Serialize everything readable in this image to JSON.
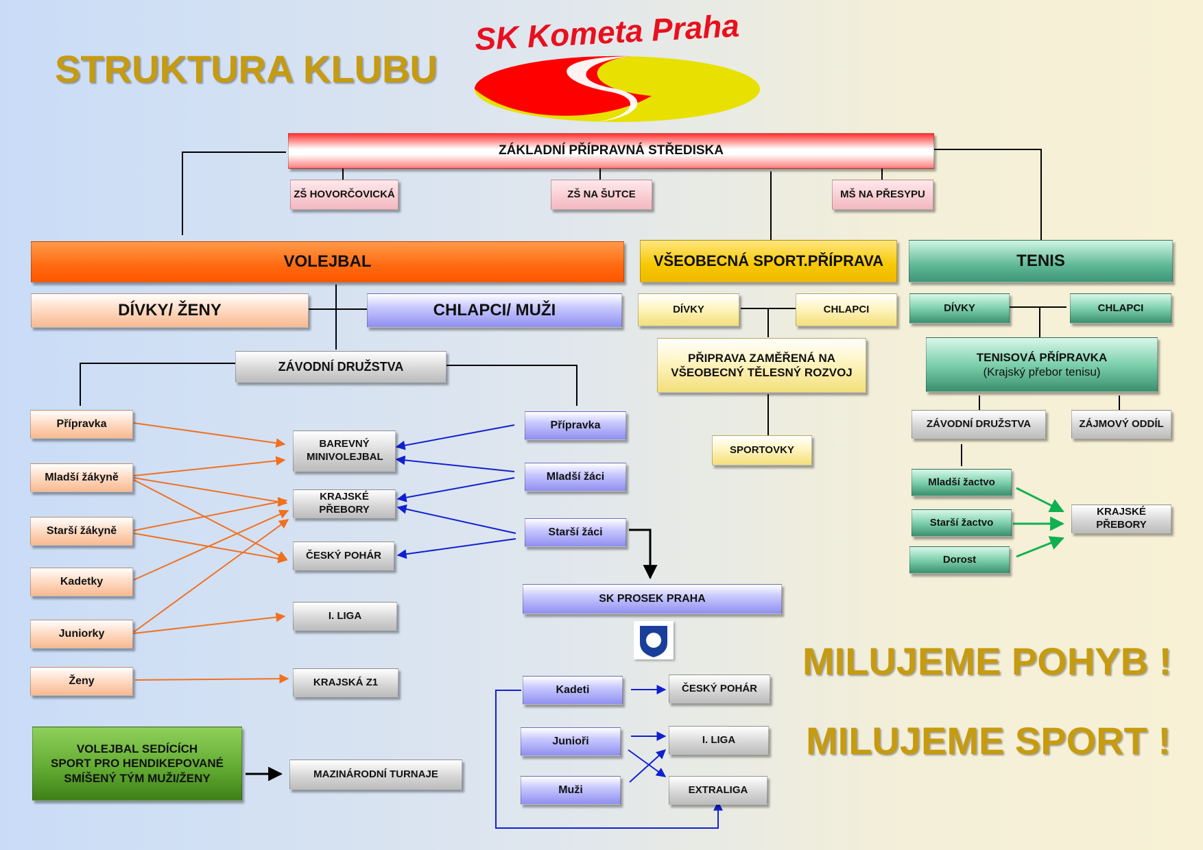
{
  "title": "STRUKTURA KLUBU",
  "logo": {
    "text": "SK Kometa Praha",
    "colors": {
      "red": "#ff0000",
      "yellow": "#e8e000"
    }
  },
  "top": {
    "main": "ZÁKLADNÍ PŘÍPRAVNÁ STŘEDISKA",
    "schools": [
      "ZŠ HOVORČOVICKÁ",
      "ZŠ NA ŠUTCE",
      "MŠ NA PŘESYPU"
    ]
  },
  "volejbal": {
    "title": "VOLEJBAL",
    "girls": "DÍVKY/ ŽENY",
    "boys": "CHLAPCI/ MUŽI",
    "teams": "ZÁVODNÍ DRUŽSTVA",
    "girls_cats": [
      "Přípravka",
      "Mladší žákyně",
      "Starší žákyně",
      "Kadetky",
      "Juniorky",
      "Ženy"
    ],
    "competitions": [
      "BAREVNÝ MINIVOLEJBAL",
      "KRAJSKÉ PŘEBORY",
      "ČESKÝ POHÁR",
      "I. LIGA",
      "KRAJSKÁ Z1"
    ],
    "boys_cats": [
      "Přípravka",
      "Mladší žáci",
      "Starší žáci"
    ],
    "prosek": "SK PROSEK PRAHA",
    "prosek_boys": [
      "Kadeti",
      "Junioři",
      "Muži"
    ],
    "prosek_comps": [
      "ČESKÝ POHÁR",
      "I. LIGA",
      "EXTRALIGA"
    ],
    "sitting": [
      "VOLEJBAL SEDÍCÍCH",
      "SPORT PRO HENDIKEPOVANÉ",
      "SMÍŠENÝ TÝM MUŽI/ŽENY"
    ],
    "sitting_target": "MAZINÁRODNÍ TURNAJE"
  },
  "general": {
    "title": "VŠEOBECNÁ SPORT.PŘÍPRAVA",
    "girls": "DÍVKY",
    "boys": "CHLAPCI",
    "prep": [
      "PŘIPRAVA ZAMĚŘENÁ NA",
      "VŠEOBECNÝ TĚLESNÝ ROZVOJ"
    ],
    "sportovky": "SPORTOVKY"
  },
  "tenis": {
    "title": "TENIS",
    "girls": "DÍVKY",
    "boys": "CHLAPCI",
    "prep_title": "TENISOVÁ PŘÍPRAVKA",
    "prep_sub": "(Krajský přebor tenisu)",
    "teams": "ZÁVODNÍ  DRUŽSTVA",
    "hobby": "ZÁJMOVÝ ODDÍL",
    "cats": [
      "Mladší žactvo",
      "Starší žactvo",
      "Dorost"
    ],
    "target": "KRAJSKÉ PŘEBORY"
  },
  "slogans": [
    "MILUJEME POHYB !",
    "MILUJEME SPORT !"
  ]
}
